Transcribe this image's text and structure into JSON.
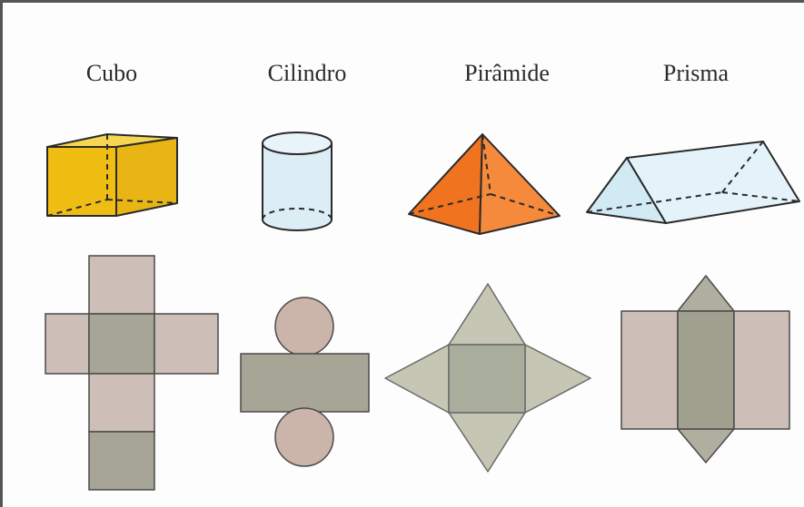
{
  "labels": {
    "cube": "Cubo",
    "cylinder": "Cilindro",
    "pyramid": "Pirâmide",
    "prism": "Prisma"
  },
  "colors": {
    "cube_fill": "#f2c21e",
    "cylinder_fill": "#dcedf6",
    "pyramid_fill": "#f27a2a",
    "prism_fill": "#dceff6",
    "net_light": "#cdbfb8",
    "net_base": "#a7a596",
    "net_circle": "#cbb4a9",
    "net_triangle": "#c6c6b5",
    "outline": "#2a2a2a"
  }
}
